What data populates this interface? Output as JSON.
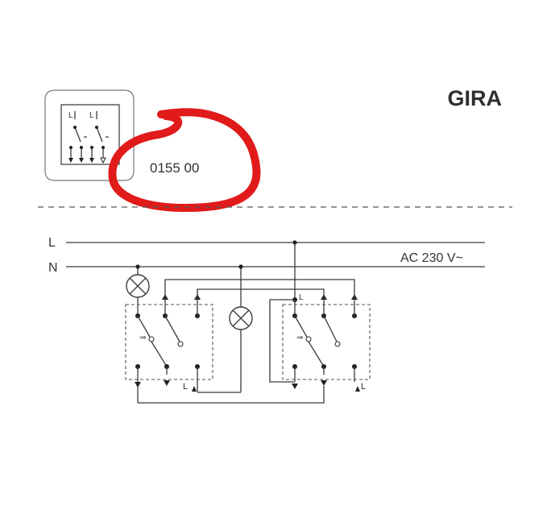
{
  "brand": {
    "name": "GIRA"
  },
  "product": {
    "article_number": "0155 00"
  },
  "device_icon": {
    "terminal_label_1": "L",
    "terminal_label_2": "L"
  },
  "wiring": {
    "line_label": "L",
    "neutral_label": "N",
    "supply_label": "AC 230 V~",
    "switch1_terminal_label": "L",
    "switch2_terminal_top_label": "L",
    "switch2_terminal_bottom_label": "L"
  },
  "colors": {
    "annotation": "#e11a1a",
    "text": "#333333",
    "lines": "#3a3a3a"
  }
}
